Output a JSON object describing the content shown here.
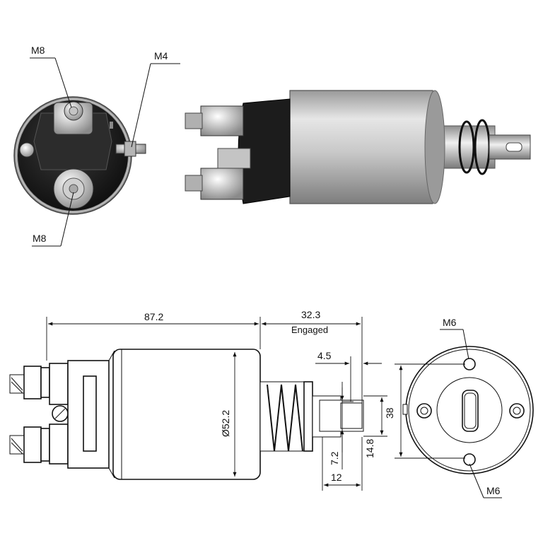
{
  "photo_labels": {
    "top_terminal": "M8",
    "side_terminal": "M4",
    "bottom_terminal": "M8"
  },
  "dimensions": {
    "body_length": "87.2",
    "plunger_travel": "32.3",
    "engaged_note": "Engaged",
    "diameter": "Ø52.2",
    "tip_offset": "4.5",
    "mount_spacing": "38",
    "shaft_width": "14.8",
    "slot_width": "7.2",
    "tip_length": "12",
    "mount_hole_top": "M6",
    "mount_hole_bottom": "M6"
  },
  "colors": {
    "line": "#111111",
    "housing_light": "#d9d9d9",
    "housing_dark": "#7a7a7a",
    "cap_black": "#1a1a1a"
  }
}
